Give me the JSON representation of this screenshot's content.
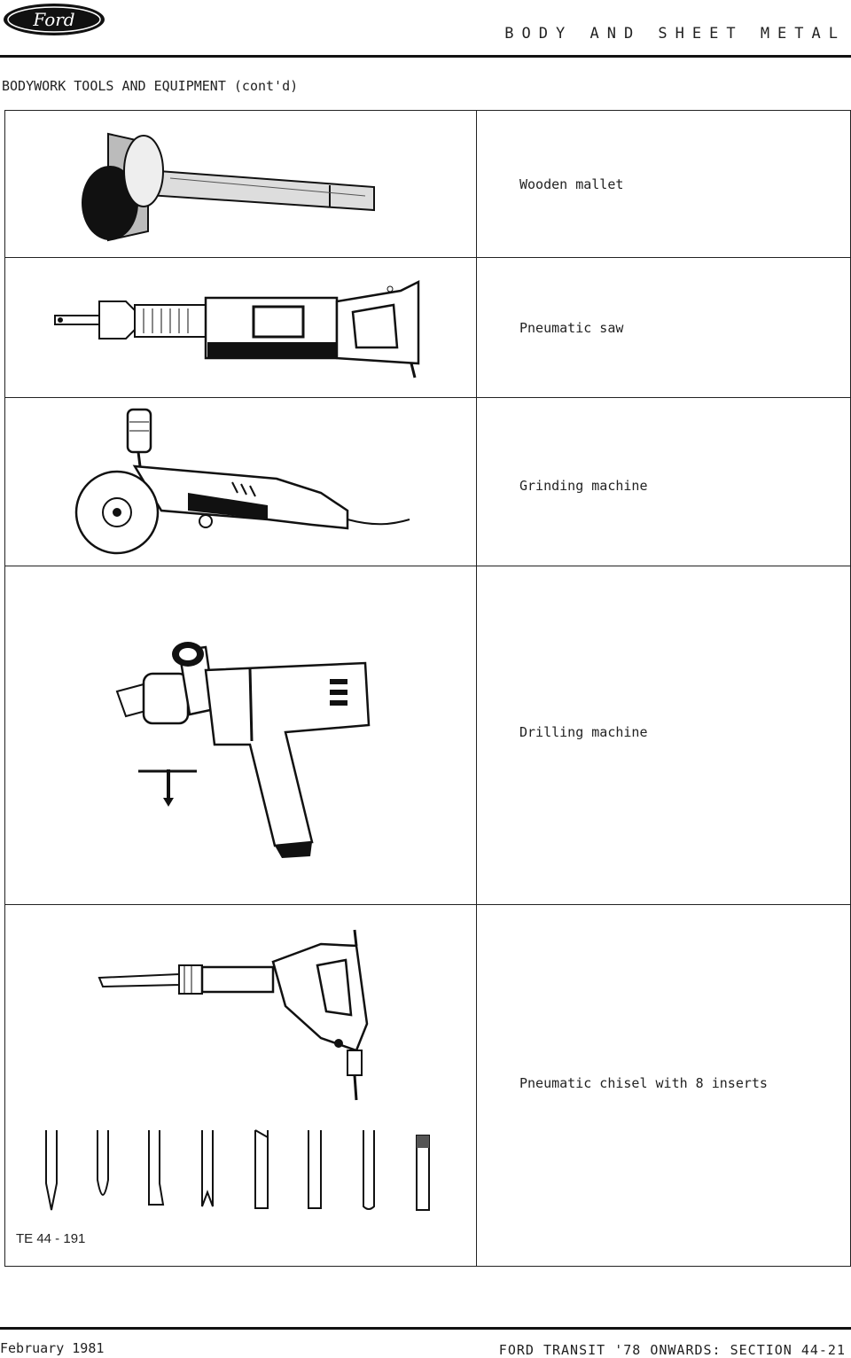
{
  "header": {
    "logo_text": "Ford",
    "running_head": "BODY AND SHEET METAL"
  },
  "section": {
    "title": "BODYWORK TOOLS AND EQUIPMENT (cont'd)"
  },
  "tools": [
    {
      "name": "Wooden mallet",
      "icon": "wooden-mallet-icon"
    },
    {
      "name": "Pneumatic saw",
      "icon": "pneumatic-saw-icon"
    },
    {
      "name": "Grinding machine",
      "icon": "grinding-machine-icon"
    },
    {
      "name": "Drilling machine",
      "icon": "drilling-machine-icon"
    },
    {
      "name": "Pneumatic chisel with 8 inserts",
      "icon": "pneumatic-chisel-icon"
    }
  ],
  "figure_ref": "TE 44 - 191",
  "footer": {
    "date": "February 1981",
    "reference": "FORD TRANSIT '78 ONWARDS: SECTION 44-21"
  }
}
